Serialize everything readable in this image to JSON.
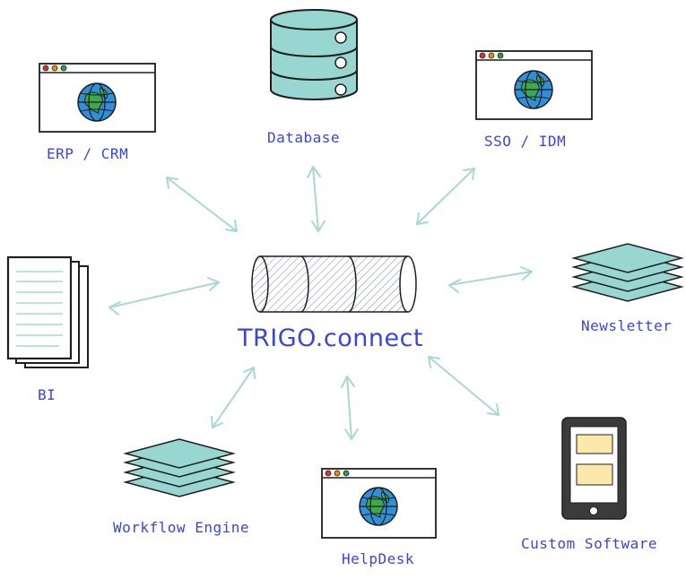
{
  "center": {
    "label": "TRIGO.connect"
  },
  "nodes": [
    {
      "id": "erp",
      "label": "ERP / CRM",
      "icon": "browser-globe-icon"
    },
    {
      "id": "database",
      "label": "Database",
      "icon": "database-icon"
    },
    {
      "id": "sso",
      "label": "SSO / IDM",
      "icon": "browser-globe-icon"
    },
    {
      "id": "newsletter",
      "label": "Newsletter",
      "icon": "layers-icon"
    },
    {
      "id": "custom",
      "label": "Custom Software",
      "icon": "tablet-icon"
    },
    {
      "id": "helpdesk",
      "label": "HelpDesk",
      "icon": "browser-globe-icon"
    },
    {
      "id": "workflow",
      "label": "Workflow Engine",
      "icon": "layers-icon"
    },
    {
      "id": "bi",
      "label": "BI",
      "icon": "documents-icon"
    }
  ],
  "colors": {
    "label": "#3b46d6",
    "arrow": "#a8d8d4",
    "teal_fill": "#98d6d2",
    "stroke": "#1e1e1e",
    "globe_blue": "#2f8fd8",
    "globe_green": "#3fa84a",
    "note_yellow": "#fce8a8"
  }
}
